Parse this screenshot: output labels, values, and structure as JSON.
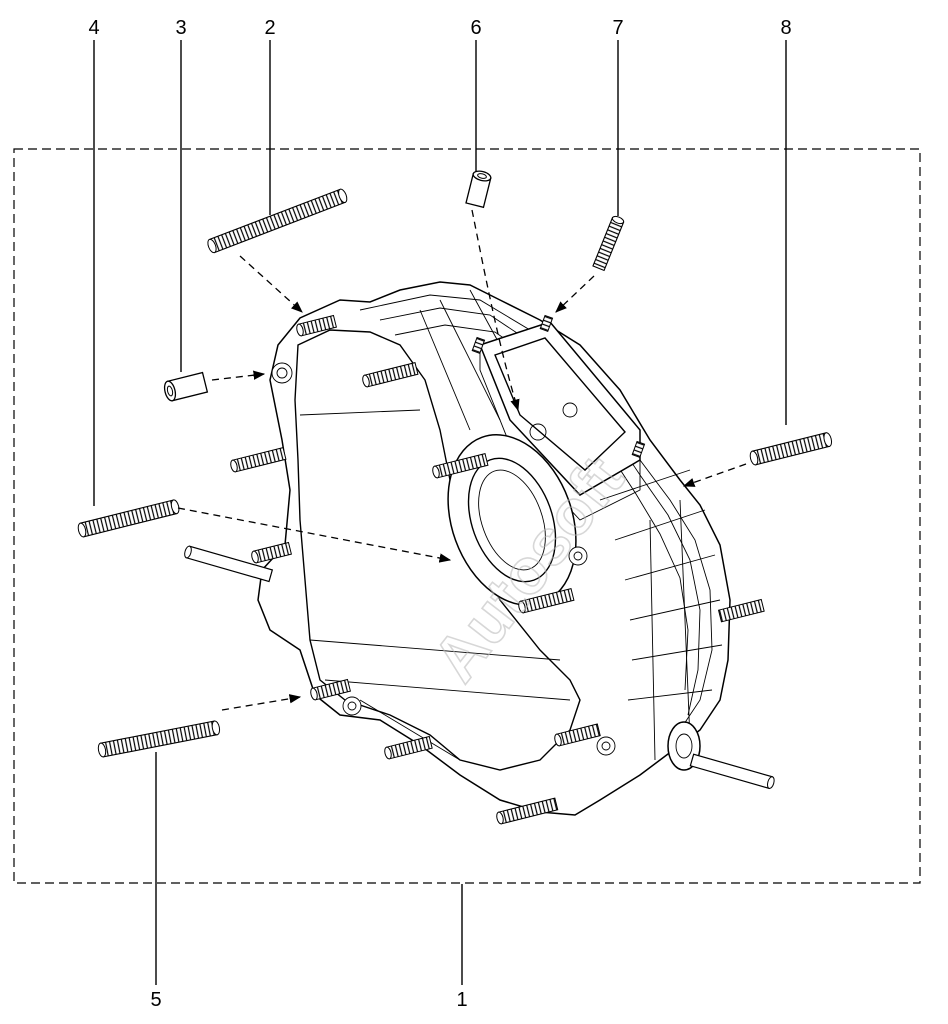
{
  "callouts": [
    {
      "id": "1",
      "label": "1"
    },
    {
      "id": "2",
      "label": "2"
    },
    {
      "id": "3",
      "label": "3"
    },
    {
      "id": "4",
      "label": "4"
    },
    {
      "id": "5",
      "label": "5"
    },
    {
      "id": "6",
      "label": "6"
    },
    {
      "id": "7",
      "label": "7"
    },
    {
      "id": "8",
      "label": "8"
    }
  ],
  "watermark": "Autosoft",
  "colors": {
    "line": "#000000",
    "background": "#ffffff",
    "watermark": "#b8b8b8"
  }
}
